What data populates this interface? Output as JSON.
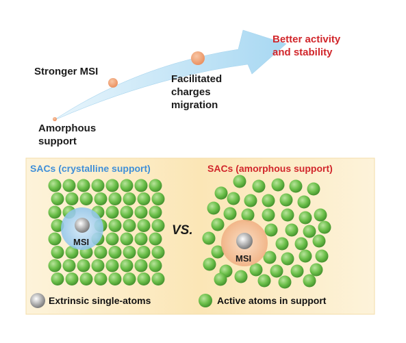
{
  "top": {
    "stage_amorphous": "Amorphous\nsupport",
    "stage_msi": "Stronger MSI",
    "stage_charges": "Facilitated\ncharges\nmigration",
    "outcome": "Better activity\nand stability"
  },
  "panel": {
    "left_title": "SACs (crystalline support)",
    "right_title": "SACs (amorphous support)",
    "vs_label": "VS.",
    "msi_left": "MSI",
    "msi_right": "MSI"
  },
  "legend": {
    "single_atoms": "Extrinsic single-atoms",
    "support_atoms": "Active atoms in support"
  },
  "colors": {
    "arrow": "#bfe2f4",
    "dot": "#f2a57c",
    "outcome_text": "#d1262b",
    "crystalline_title": "#3f8fd8",
    "amorphous_title": "#d1262b",
    "green_atom": "#6cbf4a",
    "panel_bg": "#fdf2d6",
    "halo_blue": "#a9d2f2",
    "halo_orange": "#f4c29d"
  }
}
